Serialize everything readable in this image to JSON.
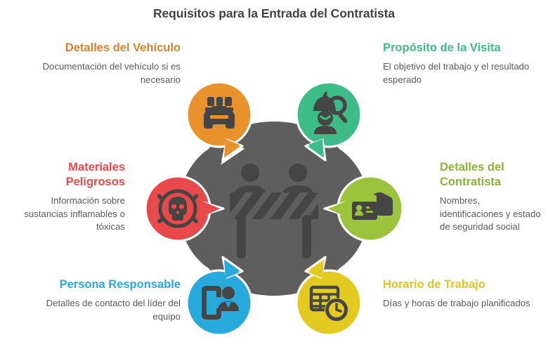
{
  "page": {
    "title": "Requisitos para la Entrada del Contratista",
    "background": "#ffffff",
    "title_color": "#434343",
    "body_text_color": "#5a5a5a"
  },
  "center": {
    "icon": "road-barrier-icon",
    "hub_color": "#5e5e5e",
    "icon_color": "#454545"
  },
  "nodes": [
    {
      "id": "vehicle-details",
      "heading": "Detalles del Vehículo",
      "description": "Documentación del vehículo si es necesario",
      "color": "#E8912D",
      "heading_color": "#D9822B",
      "icon": "car-front-icon",
      "position": "top-left"
    },
    {
      "id": "visit-purpose",
      "heading": "Propósito de la Visita",
      "description": "El objetivo del trabajo y el resultado esperado",
      "color": "#3DBC87",
      "heading_color": "#3DBC87",
      "icon": "worker-inspection-icon",
      "position": "top-right"
    },
    {
      "id": "hazardous-materials",
      "heading": "Materiales Peligrosos",
      "description": "Información sobre sustancias inflamables o tóxicas",
      "color": "#E8494B",
      "heading_color": "#E8494B",
      "icon": "skull-hazard-icon",
      "position": "middle-left"
    },
    {
      "id": "contractor-details",
      "heading": "Detalles del Contratista",
      "description": "Nombres, identificaciones y estado de seguridad social",
      "color": "#9BC33C",
      "heading_color": "#8CB334",
      "icon": "hand-id-card-icon",
      "position": "middle-right"
    },
    {
      "id": "responsible-person",
      "heading": "Persona Responsable",
      "description": "Detalles de contacto del líder del equipo",
      "color": "#28AADC",
      "heading_color": "#28AADC",
      "icon": "mobile-contact-icon",
      "position": "bottom-left"
    },
    {
      "id": "work-schedule",
      "heading": "Horario de Trabajo",
      "description": "Días y horas de trabajo planificados",
      "color": "#E3CA20",
      "heading_color": "#DFC623",
      "icon": "calendar-clock-icon",
      "position": "bottom-right"
    }
  ]
}
